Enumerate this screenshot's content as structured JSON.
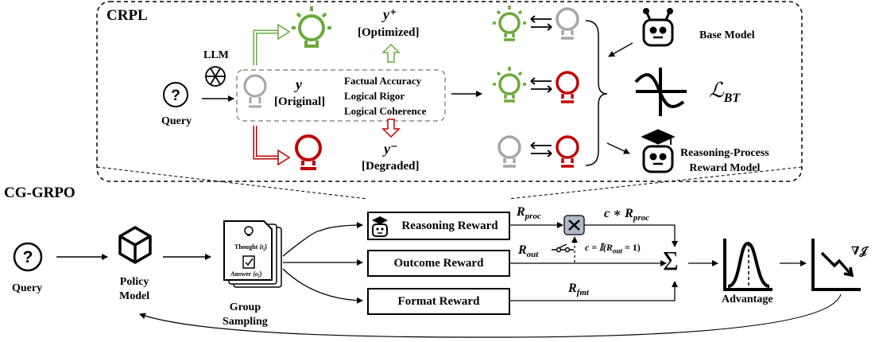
{
  "crpl": {
    "title": "CRPL",
    "llm_label": "LLM",
    "query_label": "Query",
    "y_symbol": "y",
    "y_original_label": "[Original]",
    "y_plus_symbol": "y⁺",
    "y_optimized_label": "[Optimized]",
    "y_minus_symbol": "y⁻",
    "y_degraded_label": "[Degraded]",
    "criteria": [
      "Factual Accuracy",
      "Logical Rigor",
      "Logical Coherence"
    ],
    "base_model_label": "Base Model",
    "loss_label": "ℒ",
    "loss_sub": "BT",
    "rprm_label_line1": "Reasoning-Process",
    "rprm_label_line2": "Reward Model"
  },
  "cggrpo": {
    "title": "CG-GRPO",
    "query_label": "Query",
    "policy_label_line1": "Policy",
    "policy_label_line2": "Model",
    "group_label_line1": "Group",
    "group_label_line2": "Sampling",
    "thought_label": "Thought",
    "thought_sub": "{t",
    "answer_label": "Answer",
    "answer_sub": "{o",
    "reasoning_reward": "Reasoning Reward",
    "outcome_reward": "Outcome Reward",
    "format_reward": "Format Reward",
    "r_proc": "R",
    "r_proc_sub": "proc",
    "r_out": "R",
    "r_out_sub": "out",
    "r_fmt": "R",
    "r_fmt_sub": "fmt",
    "c_times_rproc": "c ∗ R",
    "c_times_rproc_sub": "proc",
    "c_condition": "c = 𝕀(R",
    "c_condition_sub": "out",
    "c_condition_end": " = 1)",
    "sum_symbol": "Σ",
    "advantage_label": "Advantage",
    "grad_label": "∇𝒥"
  },
  "colors": {
    "green": "#6aaa3a",
    "red": "#c00000",
    "gray": "#a6a6a6",
    "dash": "#8c8c8c"
  }
}
